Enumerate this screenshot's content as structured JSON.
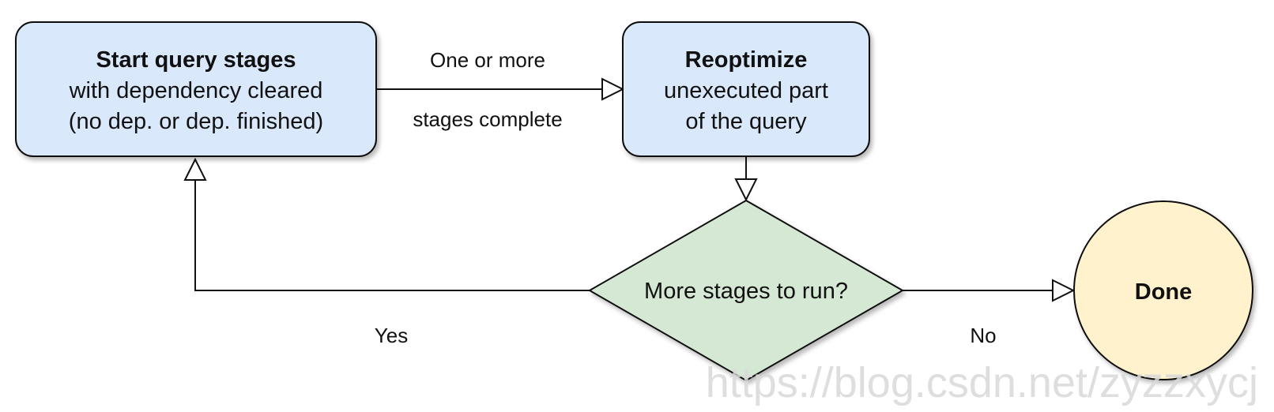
{
  "diagram": {
    "nodes": {
      "start": {
        "title": "Start query stages",
        "line2": "with dependency cleared",
        "line3": "(no dep. or dep. finished)",
        "fill": "#dae8fc"
      },
      "reoptimize": {
        "title": "Reoptimize",
        "line2": "unexecuted part",
        "line3": "of the query",
        "fill": "#dae8fc"
      },
      "decision": {
        "label": "More stages to run?",
        "fill": "#d5e8d4"
      },
      "done": {
        "label": "Done",
        "fill": "#fff2cc"
      }
    },
    "edges": {
      "start_to_reoptimize": {
        "label_line1": "One or more",
        "label_line2": "stages complete"
      },
      "decision_to_start": {
        "label": "Yes"
      },
      "decision_to_done": {
        "label": "No"
      }
    }
  },
  "watermark": {
    "text": "https://blog.csdn.net/zyzzxycj"
  }
}
